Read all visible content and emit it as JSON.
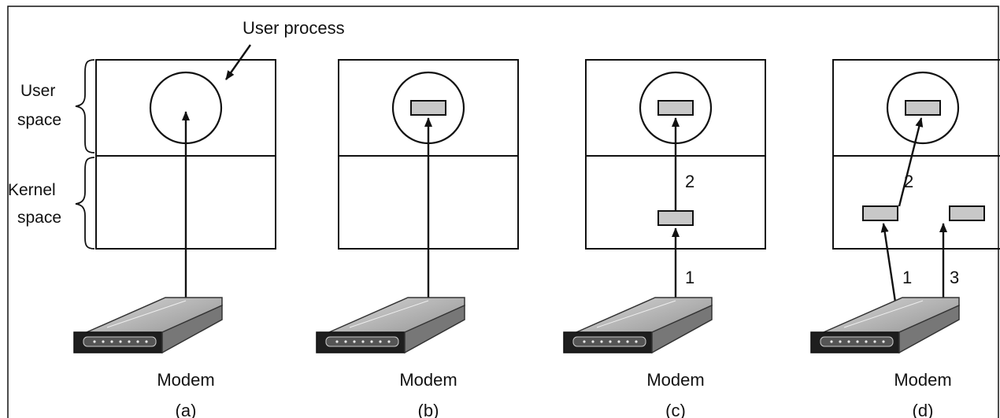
{
  "callout": {
    "text": "User process"
  },
  "side_labels": {
    "user_line1": "User",
    "user_line2": "space",
    "kernel_line1": "Kernel",
    "kernel_line2": "space"
  },
  "panels": [
    {
      "caption": "(a)",
      "device_label": "Modem",
      "step_labels": []
    },
    {
      "caption": "(b)",
      "device_label": "Modem",
      "step_labels": []
    },
    {
      "caption": "(c)",
      "device_label": "Modem",
      "step_labels": [
        "1",
        "2"
      ]
    },
    {
      "caption": "(d)",
      "device_label": "Modem",
      "step_labels": [
        "1",
        "2",
        "3"
      ]
    }
  ],
  "colors": {
    "buffer_fill": "#c8c8c8",
    "line": "#111111",
    "modem_body": "#9a9a9a"
  }
}
